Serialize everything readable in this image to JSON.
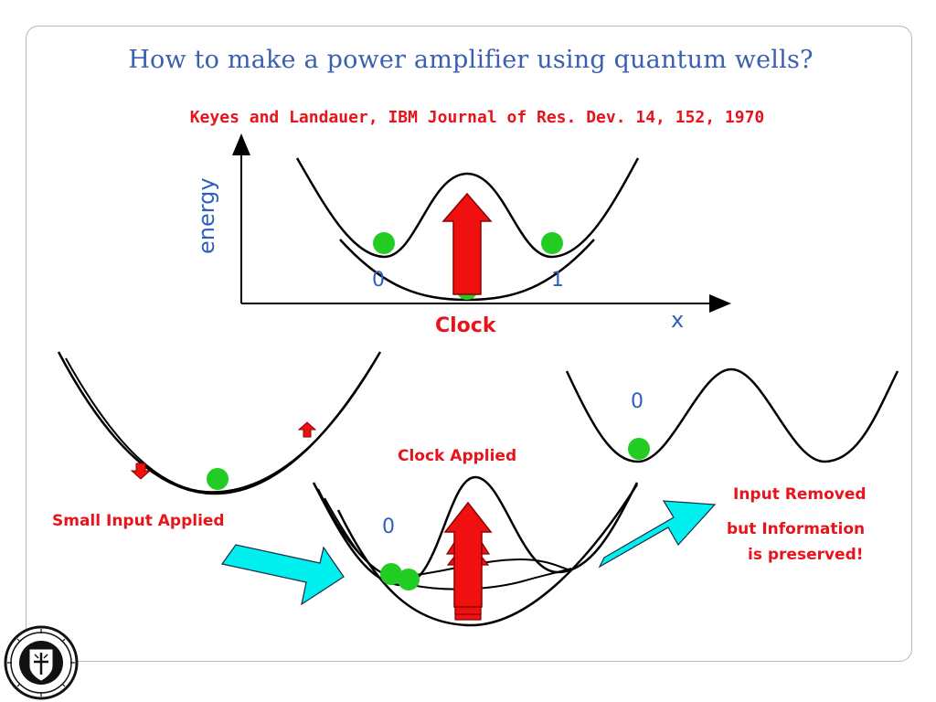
{
  "slide": {
    "title": "How to make a power amplifier using quantum wells?",
    "reference": "Keyes and Landauer, IBM Journal of Res. Dev. 14, 152, 1970"
  },
  "top_diagram": {
    "y_axis_label": "energy",
    "x_axis_label": "x",
    "state_0_label": "0",
    "state_1_label": "1",
    "clock_label": "Clock"
  },
  "left_diagram": {
    "caption": "Small Input Applied"
  },
  "middle_diagram": {
    "caption": "Clock Applied",
    "state_label": "0"
  },
  "right_diagram": {
    "state_label": "0",
    "caption_line1": "Input Removed",
    "caption_line2": "but Information",
    "caption_line3": "is preserved!"
  },
  "colors": {
    "arrow_red": "#f01010",
    "ball_green": "#22cc22",
    "flow_arrow_cyan": "#00f0f0",
    "title_blue": "#3a5fb0",
    "label_red": "#e8141c"
  },
  "icons": {
    "seal": "university-seal-icon"
  }
}
